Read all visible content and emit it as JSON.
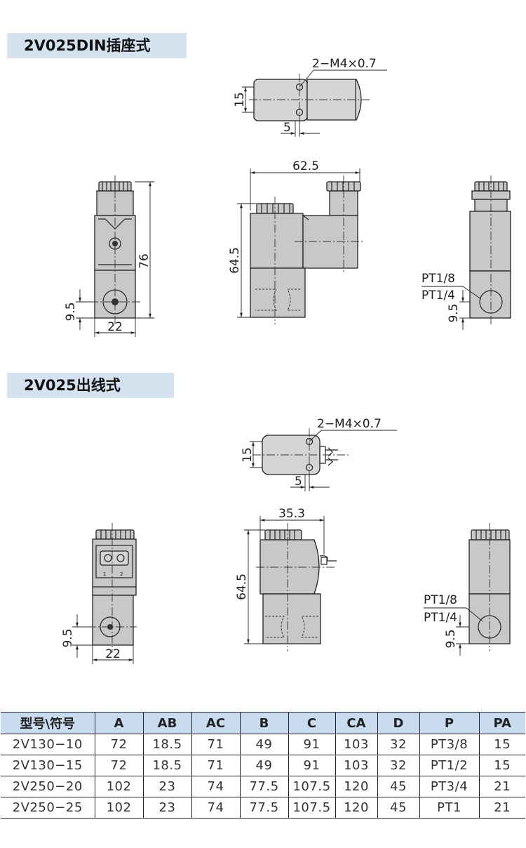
{
  "sections": [
    {
      "title": "2V025DIN插座式"
    },
    {
      "title": "2V025出线式"
    }
  ],
  "drawing1": {
    "top_thread": "2−M4×0.7",
    "top_height": "15",
    "top_offset": "5",
    "width": "62.5",
    "front_height": "64.5",
    "side_height": "76",
    "port_offset": "9.5",
    "base_width": "22",
    "port_inner": "PT1/8",
    "port_outer": "PT1/4",
    "right_offset": "9.5"
  },
  "drawing2": {
    "top_thread": "2−M4×0.7",
    "top_height": "15",
    "top_offset": "5",
    "width": "35.3",
    "front_height": "64.5",
    "port_offset": "9.5",
    "base_width": "22",
    "port_inner": "PT1/8",
    "port_outer": "PT1/4",
    "right_offset": "9.5",
    "pin_labels": [
      "1",
      "2"
    ]
  },
  "table": {
    "headers": [
      "型号\\符号",
      "A",
      "AB",
      "AC",
      "B",
      "C",
      "CA",
      "D",
      "P",
      "PA"
    ],
    "rows": [
      [
        "2V130−10",
        "72",
        "18.5",
        "71",
        "49",
        "91",
        "103",
        "32",
        "PT3/8",
        "15"
      ],
      [
        "2V130−15",
        "72",
        "18.5",
        "71",
        "49",
        "91",
        "103",
        "32",
        "PT1/2",
        "15"
      ],
      [
        "2V250−20",
        "102",
        "23",
        "74",
        "77.5",
        "107.5",
        "120",
        "45",
        "PT3/4",
        "21"
      ],
      [
        "2V250−25",
        "102",
        "23",
        "74",
        "77.5",
        "107.5",
        "120",
        "45",
        "PT1",
        "21"
      ]
    ]
  }
}
